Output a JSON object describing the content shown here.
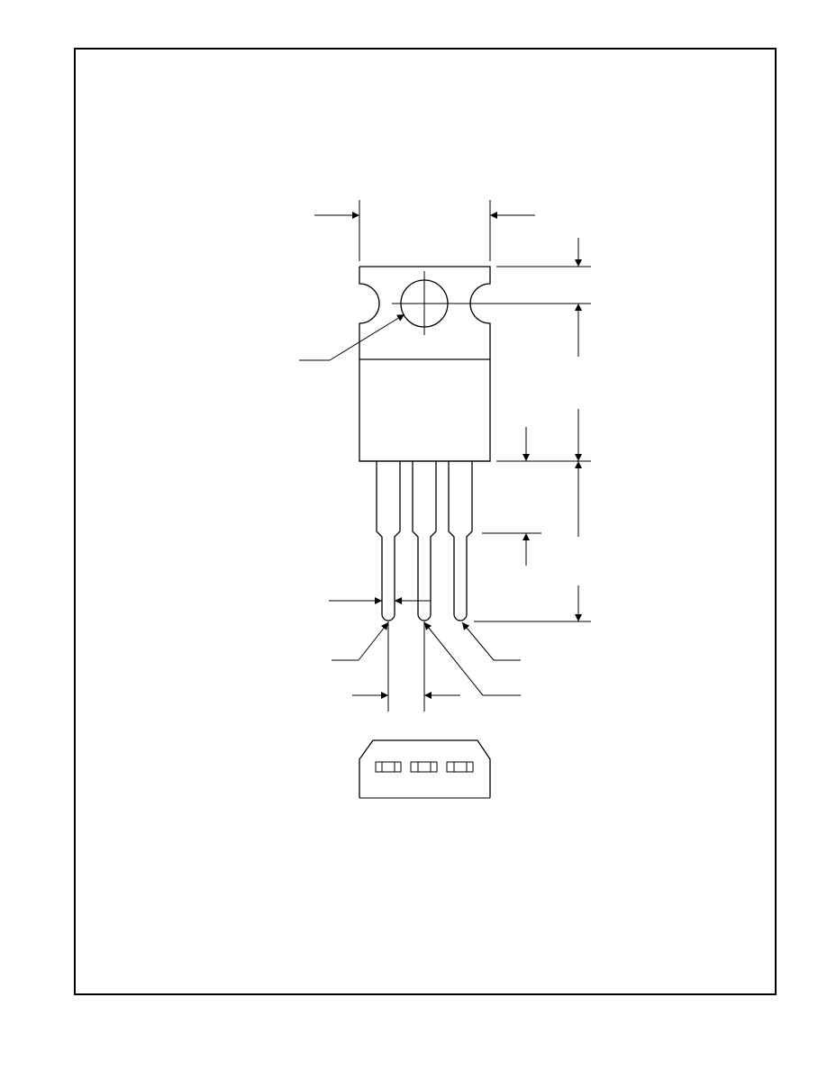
{
  "drawing": {
    "view_front": "package-outline-front-view",
    "view_bottom": "package-outline-end-view",
    "lead_count": 3,
    "labels": []
  }
}
